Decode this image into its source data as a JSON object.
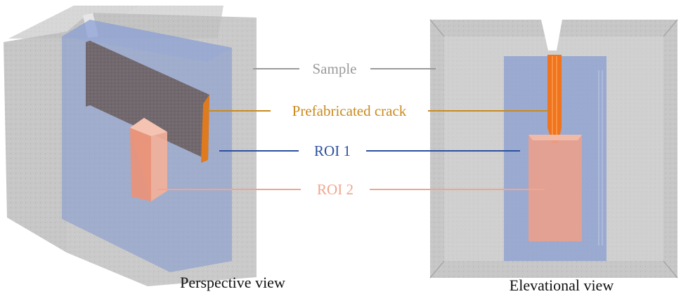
{
  "labels": {
    "sample": "Sample",
    "crack": "Prefabricated crack",
    "roi1": "ROI 1",
    "roi2": "ROI 2"
  },
  "captions": {
    "perspective": "Perspective view",
    "elevational": "Elevational view"
  },
  "colors": {
    "sample": "#9a9a9a",
    "crack": "#c98a1e",
    "roi1": "#2b4fa0",
    "roi2": "#f0a68e"
  }
}
